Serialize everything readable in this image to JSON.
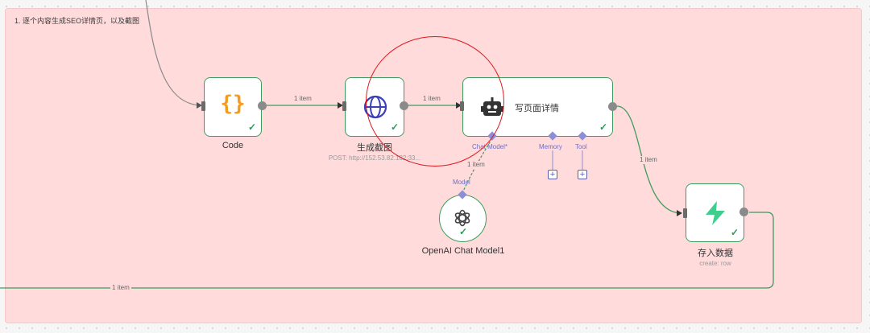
{
  "sticky_note": {
    "text": "1. 逐个内容生成SEO详情页，以及截图"
  },
  "nodes": {
    "code": {
      "label": "Code",
      "icon": "code-braces-icon",
      "icon_text": "{}"
    },
    "screenshot": {
      "label": "生成截图",
      "subtitle": "POST: http://152.53.82.182:33...",
      "icon": "globe-icon"
    },
    "agent": {
      "label": "写页面详情",
      "icon": "robot-icon"
    },
    "openai": {
      "label": "OpenAI Chat Model1",
      "icon": "openai-icon"
    },
    "store": {
      "label": "存入数据",
      "subtitle": "create: row",
      "icon": "lightning-icon"
    }
  },
  "sub_ports": {
    "chat_model": "Chat Model*",
    "memory": "Memory",
    "tool": "Tool",
    "model": "Model"
  },
  "edges": {
    "code_to_screenshot": "1 item",
    "screenshot_to_agent": "1 item",
    "agent_to_store": "1 item",
    "model_to_agent": "1 item",
    "store_loop": "1 item"
  },
  "colors": {
    "success": "#2f9a56",
    "sticky_bg": "#ffdbdc",
    "highlight": "#e0161b",
    "sub_port": "#8c8fd6"
  }
}
